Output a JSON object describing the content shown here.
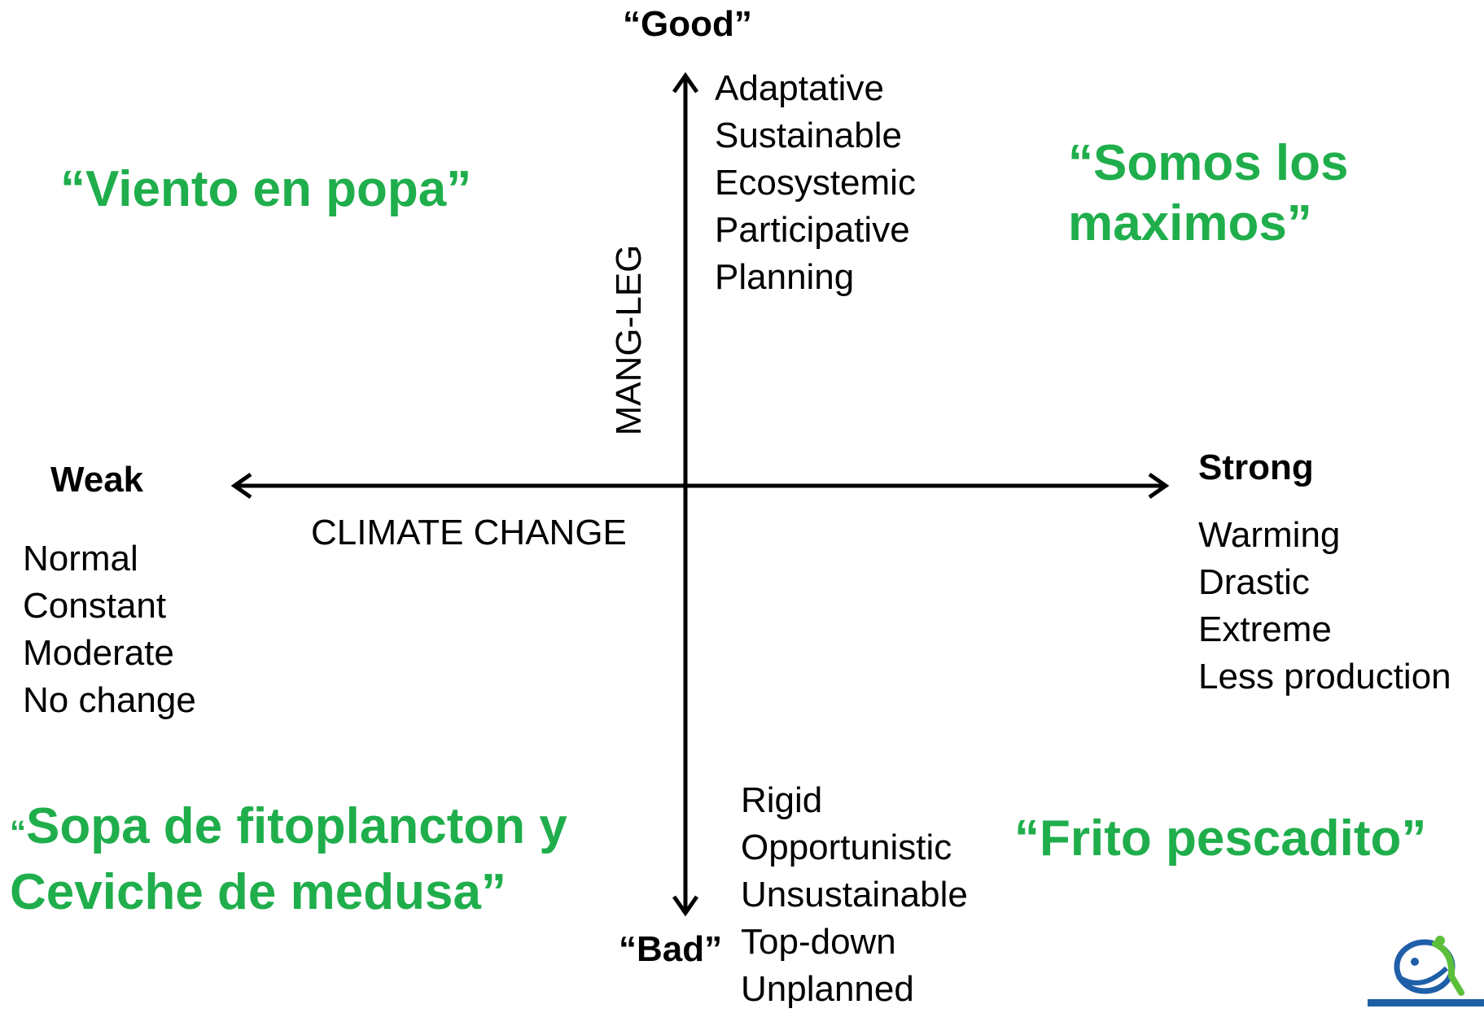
{
  "top_label": "“Good”",
  "bottom_label": "“Bad”",
  "left_label": "Weak",
  "right_label": "Strong",
  "horizontal_axis_title": "CLIMATE CHANGE",
  "vertical_axis_title": "MANG-LEG",
  "good_items": [
    "Adaptative",
    "Sustainable",
    "Ecosystemic",
    "Participative",
    "Planning"
  ],
  "bad_items": [
    "Rigid",
    "Opportunistic",
    "Unsustainable",
    "Top-down",
    "Unplanned"
  ],
  "weak_items": [
    "Normal",
    "Constant",
    "Moderate",
    "No change"
  ],
  "strong_items": [
    "Warming",
    "Drastic",
    "Extreme",
    "Less production"
  ],
  "scenarios": {
    "top_left": "“Viento en popa”",
    "top_right_line1": "“Somos los",
    "top_right_line2": "maximos”",
    "bottom_left_quote": "“",
    "bottom_left_line1": "Sopa de fitoplancton y",
    "bottom_left_line2": "Ceviche de medusa”",
    "bottom_right": "“Frito pescadito”"
  },
  "colors": {
    "scenario_text": "#1fae4b",
    "logo_blue": "#1f5fa8",
    "logo_green": "#5cbf3a"
  },
  "logo_icon": "fish-person-logo"
}
